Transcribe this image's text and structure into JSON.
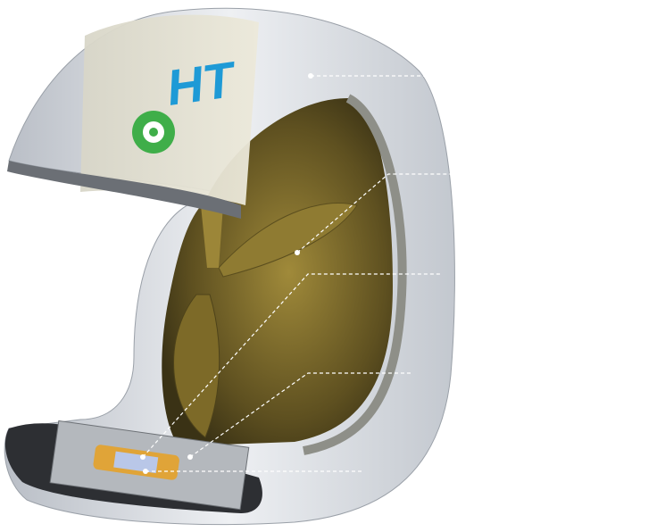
{
  "logo": {
    "text": "HT",
    "colors": {
      "blue": "#1e9ad6",
      "green": "#3fae49"
    }
  },
  "colors": {
    "shroud": "#d9dde3",
    "interior": "#7a6a2a",
    "callout": "#ffffff"
  },
  "callouts": [
    {
      "id": "shroud"
    },
    {
      "id": "rotor-blade"
    },
    {
      "id": "generator-stator"
    },
    {
      "id": "generator-rotor"
    },
    {
      "id": "magnet"
    }
  ]
}
